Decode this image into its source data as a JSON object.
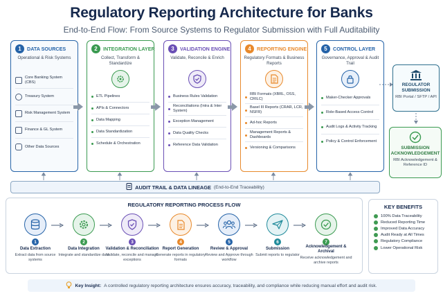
{
  "title": "Regulatory Reporting Architecture for Banks",
  "subtitle": "End-to-End Flow: From Source Systems to Regulator Submission with Full Auditability",
  "columns": [
    {
      "num": "1",
      "title": "DATA SOURCES",
      "sub": "Operational & Risk Systems",
      "color": "#2563a8",
      "items": [
        "Core Banking System (CBS)",
        "Treasury System",
        "Risk Management System",
        "Finance & GL System",
        "Other Data Sources"
      ]
    },
    {
      "num": "2",
      "title": "INTEGRATION LAYER",
      "sub": "Collect, Transform & Standardize",
      "color": "#3a9a50",
      "items": [
        "ETL Pipelines",
        "APIs & Connectors",
        "Data Mapping",
        "Data Standardization",
        "Schedule & Orchestration"
      ]
    },
    {
      "num": "3",
      "title": "VALIDATION ENGINE",
      "sub": "Validate, Reconcile & Enrich",
      "color": "#6a4fb5",
      "items": [
        "Business Rules Validation",
        "Reconciliations (Intra & Inter System)",
        "Exception Management",
        "Data Quality Checks",
        "Reference Data Validation"
      ]
    },
    {
      "num": "4",
      "title": "REPORTING ENGINE",
      "sub": "Regulatory Formats & Business Reports",
      "color": "#e8892b",
      "items": [
        "RBI Formats (XBRL, OSS, CRILC)",
        "Basel III Reports (CRAR, LCR, NSFR)",
        "Ad-hoc Reports",
        "Management Reports & Dashboards",
        "Versioning & Comparisons"
      ]
    },
    {
      "num": "5",
      "title": "CONTROL LAYER",
      "sub": "Governance, Approval & Audit Trail",
      "color": "#2563a8",
      "items": [
        "Maker-Checker Approvals",
        "Role-Based Access Control",
        "Audit Logs & Activity Tracking",
        "Policy & Control Enforcement"
      ]
    }
  ],
  "regulator": {
    "title": "REGULATOR SUBMISSION",
    "sub": "RBI Portal / SFTP / API"
  },
  "acknowledgement": {
    "title": "SUBMISSION ACKNOWLEDGEMENT",
    "sub": "RBI Acknowledgement & Reference ID"
  },
  "audit": {
    "title": "AUDIT TRAIL & DATA LINEAGE",
    "sub": "(End-to-End Traceability)"
  },
  "flow": {
    "title": "REGULATORY REPORTING PROCESS FLOW",
    "steps": [
      {
        "num": "1",
        "label": "Data Extraction",
        "desc": "Extract data from source systems",
        "color": "#2563a8"
      },
      {
        "num": "2",
        "label": "Data Integration",
        "desc": "Integrate and standardize data",
        "color": "#3a9a50"
      },
      {
        "num": "3",
        "label": "Validation & Reconciliation",
        "desc": "Validate, reconcile and manage exceptions",
        "color": "#6a4fb5"
      },
      {
        "num": "4",
        "label": "Report Generation",
        "desc": "Generate reports in regulatory formats",
        "color": "#e8892b"
      },
      {
        "num": "5",
        "label": "Review & Approval",
        "desc": "Review and Approve through workflow",
        "color": "#2563a8"
      },
      {
        "num": "6",
        "label": "Submission",
        "desc": "Submit reports to regulator",
        "color": "#1f8a9a"
      },
      {
        "num": "7",
        "label": "Acknowledgement & Archival",
        "desc": "Receive acknowledgement and archive reports",
        "color": "#3a9a50"
      }
    ]
  },
  "benefits": {
    "title": "KEY BENEFITS",
    "items": [
      "100% Data Traceability",
      "Reduced Reporting Time",
      "Improved Data Accuracy",
      "Audit Ready at All Times",
      "Regulatory Compliance",
      "Lower Operational Risk"
    ]
  },
  "insight": {
    "label": "Key Insight:",
    "text": "A controlled regulatory reporting architecture ensures accuracy, traceability, and compliance while reducing manual effort and audit risk."
  }
}
